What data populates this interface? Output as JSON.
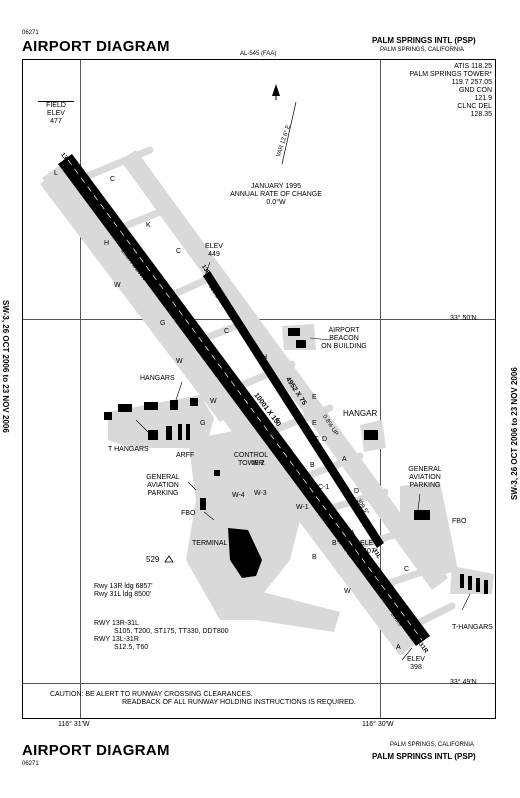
{
  "header": {
    "code": "06271",
    "title": "AIRPORT DIAGRAM",
    "faa_id": "AL-545 (FAA)",
    "airport_name": "PALM SPRINGS INTL (PSP)",
    "city": "PALM SPRINGS, CALIFORNIA"
  },
  "frequencies": [
    "ATIS 118.25",
    "PALM SPRINGS TOWER*",
    "119.7  257.05",
    "GND CON",
    "121.9",
    "CLNC DEL",
    "128.35"
  ],
  "field_elev": {
    "label1": "FIELD",
    "label2": "ELEV",
    "value": "477"
  },
  "variation": {
    "text1": "JANUARY 1995",
    "text2": "ANNUAL RATE OF CHANGE",
    "text3": "0.0°W",
    "mag": "VAR 12.6° E"
  },
  "runway": {
    "main_label": "10001 X 150",
    "heading_nw": "129.5°",
    "heading_se": "309.5°",
    "num_13l": "13L",
    "num_31r": "31R",
    "num_13r": "13R",
    "num_31l": "31L",
    "grade_down": "1.08% DOWN",
    "grade_up1": "0.8% UP",
    "grade_up2": "0.7% UP",
    "grade_up3": "0.2% UP",
    "second_label": "4952 X 75",
    "heading2_nw": "129.5°",
    "heading2_se": "309.5°"
  },
  "elevations": {
    "elev449_label": "ELEV",
    "elev449": "449",
    "elev407_label": "ELEV",
    "elev407": "407",
    "elev398_label": "ELEV",
    "elev398": "398",
    "spot529": "529"
  },
  "labels": {
    "hangars": "HANGARS",
    "thangars_left": "T HANGARS",
    "arff": "ARFF",
    "control_tower1": "CONTROL",
    "control_tower2": "TOWER",
    "ga_parking_left1": "GENERAL",
    "ga_parking_left2": "AVIATION",
    "ga_parking_left3": "PARKING",
    "fbo_left": "FBO",
    "terminal": "TERMINAL",
    "beacon1": "AIRPORT",
    "beacon2": "BEACON",
    "beacon3": "ON BUILDING",
    "hangar_right": "HANGAR",
    "ga_parking_right1": "GENERAL",
    "ga_parking_right2": "AVIATION",
    "ga_parking_right3": "PARKING",
    "fbo_right": "FBO",
    "thangars_right": "T-HANGARS"
  },
  "taxiways": [
    "L",
    "C",
    "K",
    "H",
    "W",
    "C",
    "J",
    "G",
    "W",
    "H",
    "E",
    "W",
    "C",
    "E",
    "G",
    "F",
    "B",
    "A",
    "D",
    "C",
    "W-2",
    "W-1",
    "C-1",
    "W-3",
    "W-4",
    "B",
    "A",
    "B",
    "C",
    "W",
    "A",
    "D"
  ],
  "distances": {
    "l1": "Rwy 13R ldg 6857'",
    "l2": "Rwy 31L ldg 8500'"
  },
  "strengths": {
    "l1": "RWY 13R-31L",
    "l2": "S105, T200, ST175, TT330, DDT800",
    "l3": "RWY 13L-31R",
    "l4": "S12.5, T60"
  },
  "coords": {
    "lat_top": "33° 50'N",
    "lat_bottom": "33° 49'N",
    "lon_left": "116° 31'W",
    "lon_right": "116° 30'W"
  },
  "caution": {
    "l1": "CAUTION: BE ALERT TO RUNWAY CROSSING CLEARANCES.",
    "l2": "READBACK OF ALL RUNWAY HOLDING INSTRUCTIONS IS REQUIRED."
  },
  "margin": {
    "left": "SW-3, 26 OCT 2006 to 23 NOV 2006",
    "right": "SW-3, 26 OCT 2006 to 23 NOV 2006"
  },
  "footer": {
    "title": "AIRPORT DIAGRAM",
    "code": "06271",
    "city": "PALM SPRINGS, CALIFORNIA",
    "airport_name": "PALM SPRINGS INTL (PSP)"
  }
}
